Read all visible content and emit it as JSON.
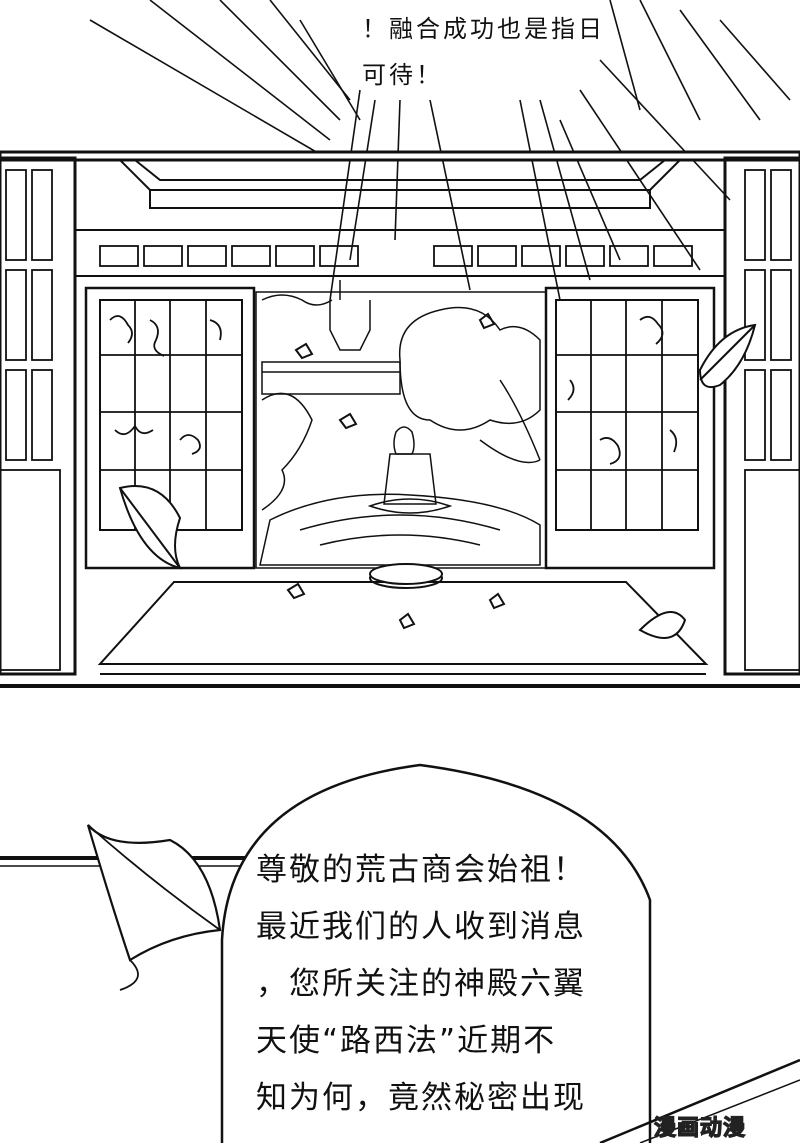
{
  "top_caption": {
    "line1": "！融合成功也是指日",
    "line2": "可待！"
  },
  "speech_bubble": {
    "line1": "尊敬的荒古商会始祖！",
    "line2": "最近我们的人收到消息",
    "line3": "，您所关注的神殿六翼",
    "line4": "天使“路西法”近期不",
    "line5": "知为何，竟然秘密出现"
  },
  "watermark": "漫画动漫",
  "colors": {
    "ink": "#111111",
    "paper": "#ffffff"
  }
}
